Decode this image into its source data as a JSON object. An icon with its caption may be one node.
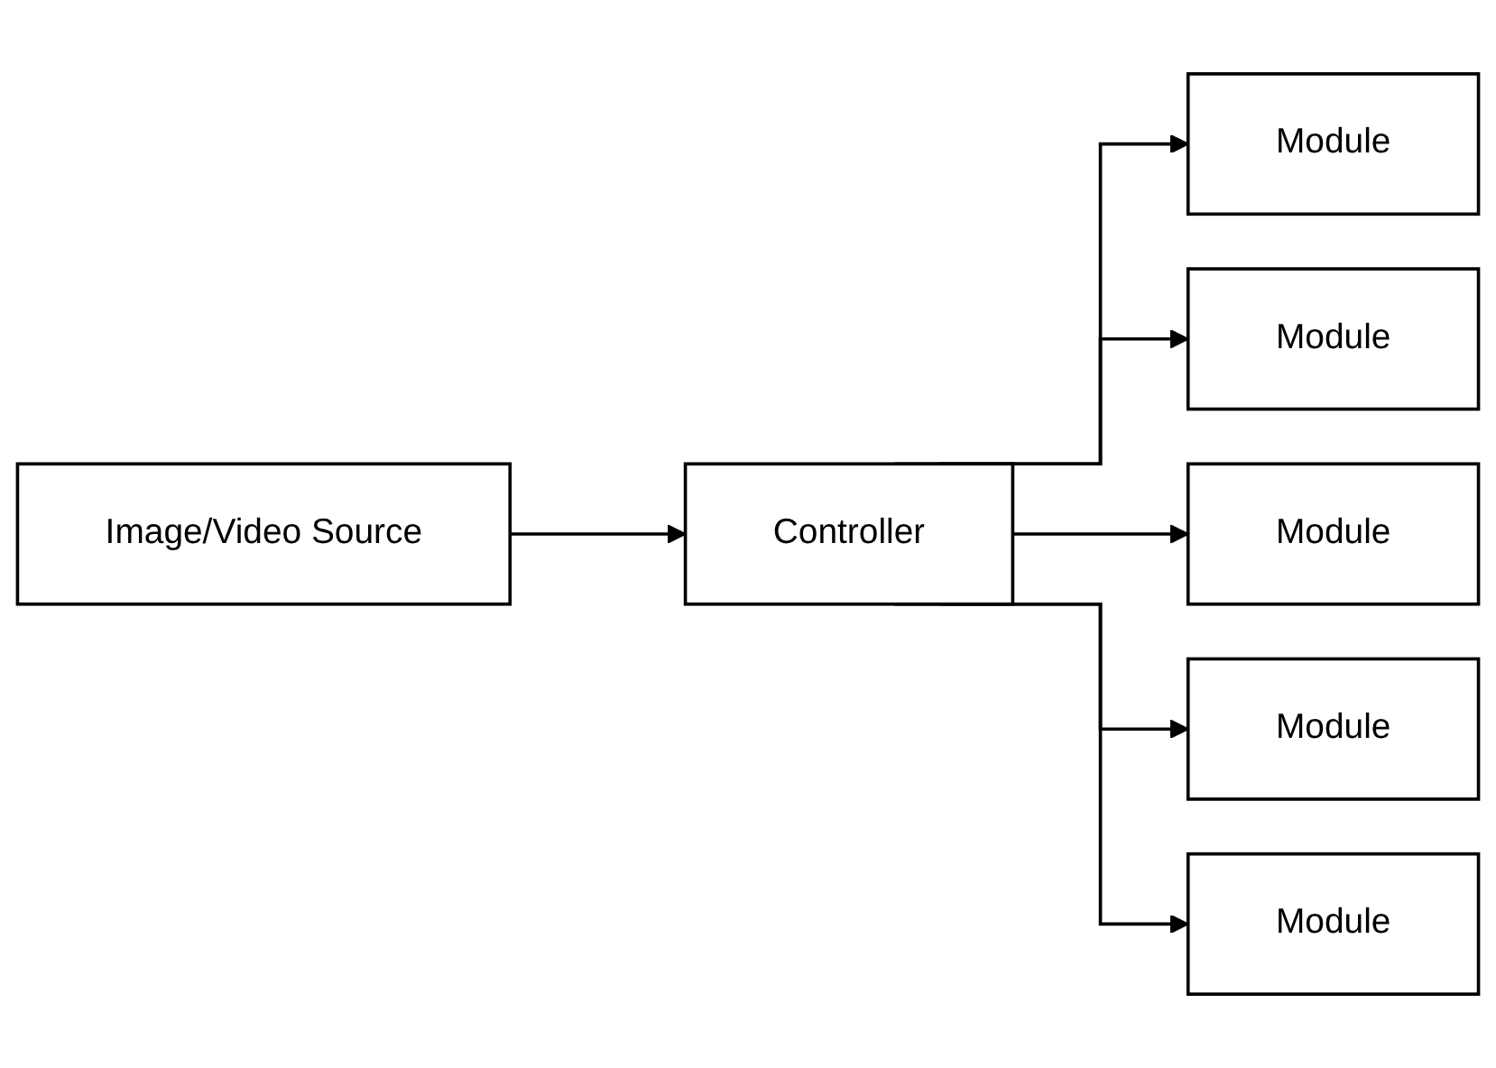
{
  "diagram": {
    "nodes": [
      {
        "text": [
          "Image/Video Source"
        ]
      },
      {
        "text": [
          "Controller"
        ]
      },
      {
        "text": [
          "Module"
        ]
      },
      {
        "text": [
          "Module"
        ]
      },
      {
        "text": [
          "Module"
        ]
      },
      {
        "text": [
          "Module"
        ]
      },
      {
        "text": [
          "Module"
        ]
      }
    ],
    "edges": [
      {
        "from": 0,
        "to": 1,
        "arrow": "to"
      },
      {
        "from": 1,
        "to": 2,
        "arrow": "to"
      },
      {
        "from": 1,
        "to": 3,
        "arrow": "to"
      },
      {
        "from": 1,
        "to": 4,
        "arrow": "to"
      },
      {
        "from": 1,
        "to": 5,
        "arrow": "to"
      },
      {
        "from": 1,
        "to": 6,
        "arrow": "to"
      }
    ]
  }
}
